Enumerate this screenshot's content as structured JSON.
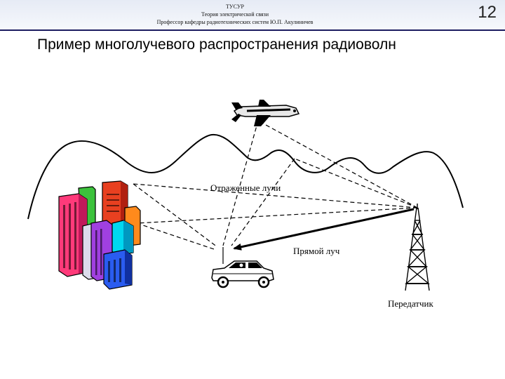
{
  "header": {
    "line1": "ТУСУР",
    "line2": "Теория электрической связи",
    "line3": "Профессор кафедры радиотехнических систем Ю.П. Акулиничев",
    "slide_number": "12"
  },
  "title": "Пример многолучевого распространения радиоволн",
  "labels": {
    "reflected": "Отраженные лучи",
    "direct": "Прямой луч",
    "transmitter": "Передатчик"
  },
  "icons": [
    "airplane-icon",
    "buildings-icon",
    "car-icon",
    "transmitter-tower-icon"
  ]
}
